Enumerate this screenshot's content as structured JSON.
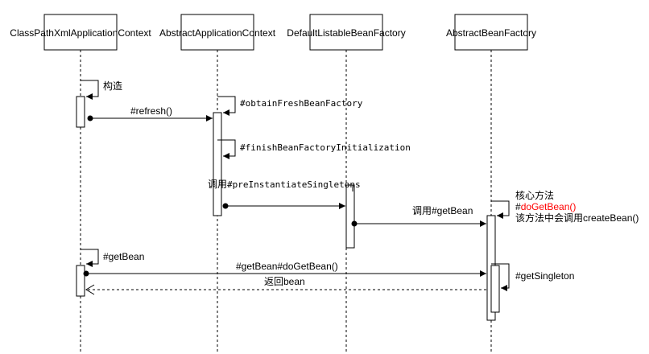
{
  "participants": [
    {
      "id": "p1",
      "label": "ClassPathXmlApplicationContext"
    },
    {
      "id": "p2",
      "label": "AbstractApplicationContext"
    },
    {
      "id": "p3",
      "label": "DefaultListableBeanFactory"
    },
    {
      "id": "p4",
      "label": "AbstractBeanFactory"
    }
  ],
  "messages": {
    "construct": "构造",
    "refresh": "#refresh()",
    "obtain": "#obtainFreshBeanFactory",
    "finish": "#finishBeanFactoryInitialization",
    "pre_prefix": "调用",
    "pre_method": "#preInstantiateSingletons",
    "call_getbean": "调用#getBean",
    "core_line1": "核心方法",
    "core_line2_prefix": "#",
    "core_line2_red": "doGetBean()",
    "core_line3": "该方法中会调用createBean()",
    "getbean_self": "#getBean",
    "getbean_dogetbean": "#getBean#doGetBean()",
    "getsingleton": "#getSingleton",
    "return_bean": "返回bean"
  },
  "colors": {
    "line": "#000000",
    "highlight": "#ff0000",
    "background": "#ffffff"
  }
}
